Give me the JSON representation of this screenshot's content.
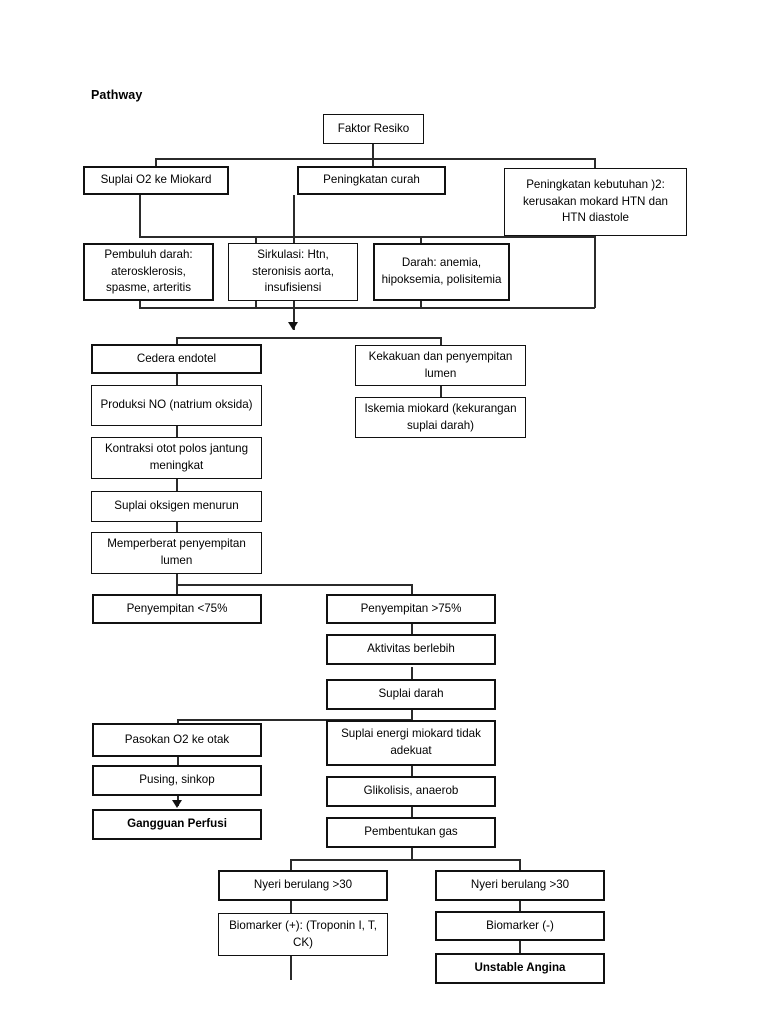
{
  "page": {
    "title": "Pathway",
    "kind": "clinical-pathway-flowchart",
    "accent_color": "#111111",
    "background_color": "#ffffff"
  },
  "nodes": {
    "faktor_resiko": "Faktor Resiko",
    "suplai_o2_miokard": "Suplai O2 ke Miokard",
    "peningkatan_curah": "Peningkatan curah",
    "peningkatan_kebutuhan": "Peningkatan kebutuhan )2: kerusakan mokard HTN dan HTN diastole",
    "pembuluh_darah": "Pembuluh darah: aterosklerosis, spasme, arteritis",
    "sirkulasi": "Sirkulasi: Htn, steronisis aorta, insufisiensi",
    "darah": "Darah: anemia, hipoksemia, polisitemia",
    "cedera_endotel": "Cedera endotel",
    "produksi_no": "Produksi NO (natrium oksida)",
    "kontraksi_otot": "Kontraksi otot polos jantung meningkat",
    "suplai_oksigen_menurun": "Suplai oksigen menurun",
    "memperberat": "Memperberat penyempitan lumen",
    "kekakuan": "Kekakuan dan penyempitan lumen",
    "iskemia": "Iskemia miokard (kekurangan suplai darah)",
    "penyempitan_kurang": "Penyempitan <75%",
    "penyempitan_lebih": "Penyempitan >75%",
    "aktivitas_berlebih": "Aktivitas berlebih",
    "suplai_darah": "Suplai darah",
    "pasokan_o2_otak": "Pasokan O2 ke otak",
    "suplai_energi": "Suplai energi miokard tidak adekuat",
    "pusing_sinkop": "Pusing, sinkop",
    "glikolisis": "Glikolisis, anaerob",
    "gangguan_perfusi": "Gangguan Perfusi",
    "pembentukan_gas": "Pembentukan gas",
    "nyeri_berulang_left": "Nyeri berulang >30",
    "nyeri_berulang_right": "Nyeri berulang >30",
    "biomarker_positif": "Biomarker (+): (Troponin I, T, CK)",
    "biomarker_negatif": "Biomarker (-)",
    "unstable_angina": "Unstable Angina"
  }
}
